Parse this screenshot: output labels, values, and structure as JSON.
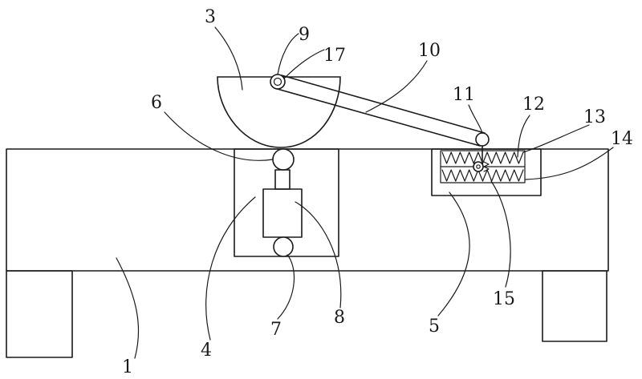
{
  "labels": {
    "n1": "1",
    "n3": "3",
    "n4": "4",
    "n5": "5",
    "n6": "6",
    "n7": "7",
    "n8": "8",
    "n9": "9",
    "n10": "10",
    "n11": "11",
    "n12": "12",
    "n13": "13",
    "n14": "14",
    "n15": "15",
    "n17": "17"
  },
  "colors": {
    "line": "#1a1a1a",
    "background": "#ffffff"
  }
}
